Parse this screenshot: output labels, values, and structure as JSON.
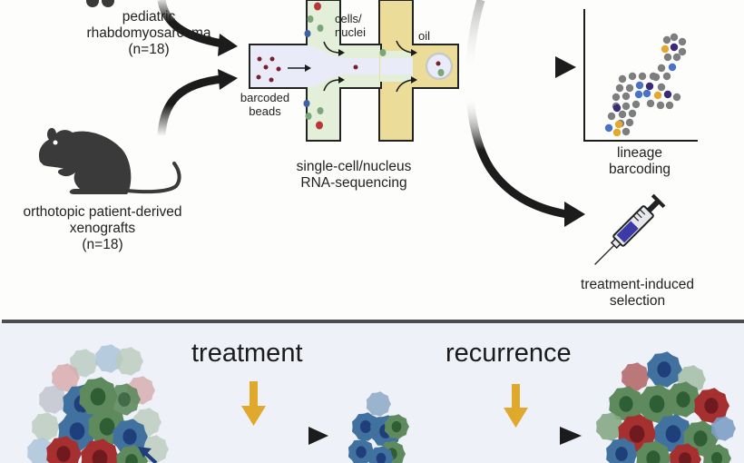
{
  "top_panel": {
    "source_patient": {
      "icon": "patient-icon",
      "line1": "pediatric",
      "line2": "rhabdomyosarcoma",
      "count": "(n=18)"
    },
    "source_xenograft": {
      "icon": "mouse-icon",
      "line1": "orthotopic patient-derived",
      "line2": "xenografts",
      "count": "(n=18)"
    },
    "chip": {
      "beads_label_1": "barcoded",
      "beads_label_2": "beads",
      "cells_label_1": "cells/",
      "cells_label_2": "nuclei",
      "oil_label": "oil",
      "title_1": "single-cell/nucleus",
      "title_2": "RNA-sequencing",
      "colors": {
        "bead_channel": "#e9ecf8",
        "cell_channel": "#e3efd9",
        "oil_channel": "#ecdc9a",
        "cell_red": "#b8383a",
        "cell_green": "#7ca67a",
        "cell_blue": "#3d62a8",
        "bead": "#7a1f2b"
      }
    },
    "outputs": {
      "lineage": {
        "icon": "scatter-plot-icon",
        "line1": "lineage",
        "line2": "barcoding",
        "dot_colors": {
          "grey": "#7d7e80",
          "blue": "#4a72c9",
          "purple": "#3b2a7a",
          "gold": "#e3a82e"
        }
      },
      "treatment": {
        "icon": "syringe-icon",
        "line1": "treatment-induced",
        "line2": "selection",
        "syringe_fill": "#3c3aa6"
      }
    }
  },
  "bottom_panel": {
    "background": "#eef1f8",
    "step1_label": "treatment",
    "step2_label": "recurrence",
    "arrow_color": "#e0a92b",
    "tumors": [
      {
        "name": "primary-tumor"
      },
      {
        "name": "residual-tumor"
      },
      {
        "name": "recurrent-tumor"
      }
    ],
    "cell_colors": {
      "green": "#5e8a5e",
      "blue": "#41729f",
      "red": "#a5302f",
      "nucleus_green": "#2f5e34",
      "nucleus_blue": "#1f3f7a",
      "nucleus_red": "#6e1a1e"
    }
  }
}
